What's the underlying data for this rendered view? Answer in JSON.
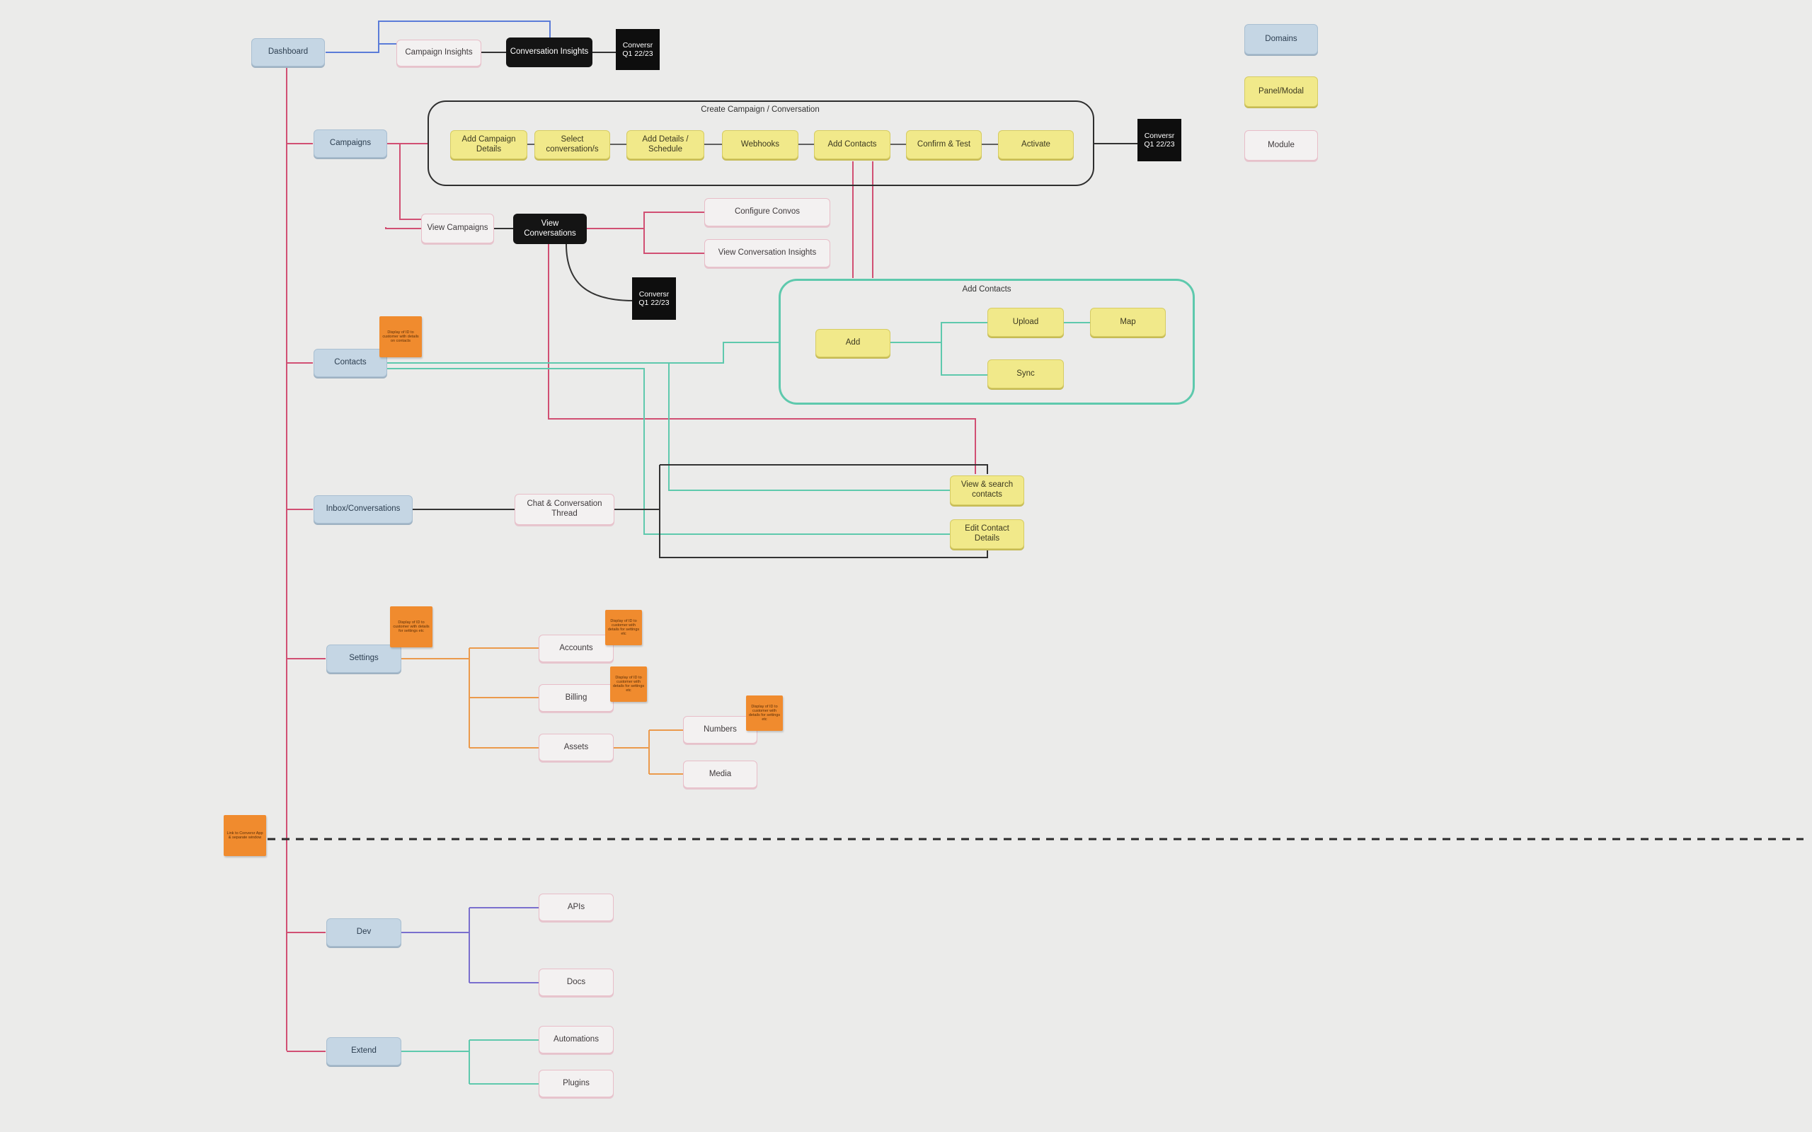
{
  "legend": {
    "domains": "Domains",
    "panel_modal": "Panel/Modal",
    "module": "Module"
  },
  "groups": {
    "create_campaign": "Create Campaign / Conversation",
    "add_contacts": "Add Contacts"
  },
  "domains": {
    "dashboard": "Dashboard",
    "campaigns": "Campaigns",
    "contacts": "Contacts",
    "inbox": "Inbox/Conversations",
    "settings": "Settings",
    "dev": "Dev",
    "extend": "Extend"
  },
  "modules": {
    "campaign_insights": "Campaign Insights",
    "view_campaigns": "View Campaigns",
    "configure_convos": "Configure Convos",
    "view_conversation_insights": "View Conversation Insights",
    "chat_thread": "Chat & Conversation Thread",
    "accounts": "Accounts",
    "billing": "Billing",
    "assets": "Assets",
    "numbers": "Numbers",
    "media": "Media",
    "apis": "APIs",
    "docs": "Docs",
    "automations": "Automations",
    "plugins": "Plugins"
  },
  "panels": {
    "add_campaign_details": "Add Campaign Details",
    "select_conversations": "Select conversation/s",
    "add_details_schedule": "Add Details / Schedule",
    "webhooks": "Webhooks",
    "add_contacts": "Add Contacts",
    "confirm_test": "Confirm & Test",
    "activate": "Activate",
    "add": "Add",
    "upload": "Upload",
    "map": "Map",
    "sync": "Sync",
    "view_search_contacts": "View & search contacts",
    "edit_contact_details": "Edit Contact Details"
  },
  "black_nodes": {
    "conversation_insights": "Conversation Insights",
    "view_conversations": "View Conversations"
  },
  "tags": {
    "top": "Conversr Q1 22/23",
    "campaign": "Conversr Q1 22/23",
    "view": "Conversr Q1 22/23"
  },
  "stickies": {
    "contacts": "Display of ID to customer with details on contacts",
    "settings": "Display of ID to customer with details for settings etc",
    "accounts": "Display of ID to customer with details for settings etc",
    "billing": "Display of ID to customer with details for settings etc",
    "numbers": "Display of ID to customer with details for settings etc",
    "divider": "Link to Conversr App & separate window"
  },
  "colors": {
    "domain_fill": "#c5d6e4",
    "panel_fill": "#f1e98a",
    "module_border": "#e8bdc8",
    "sticky": "#f08b2e",
    "pink_line": "#d14f73",
    "teal_line": "#5ec9ad",
    "orange_line": "#eb9a4c",
    "purple_line": "#7a6fce",
    "blue_line": "#5b7cd8",
    "dark_line": "#333333"
  }
}
